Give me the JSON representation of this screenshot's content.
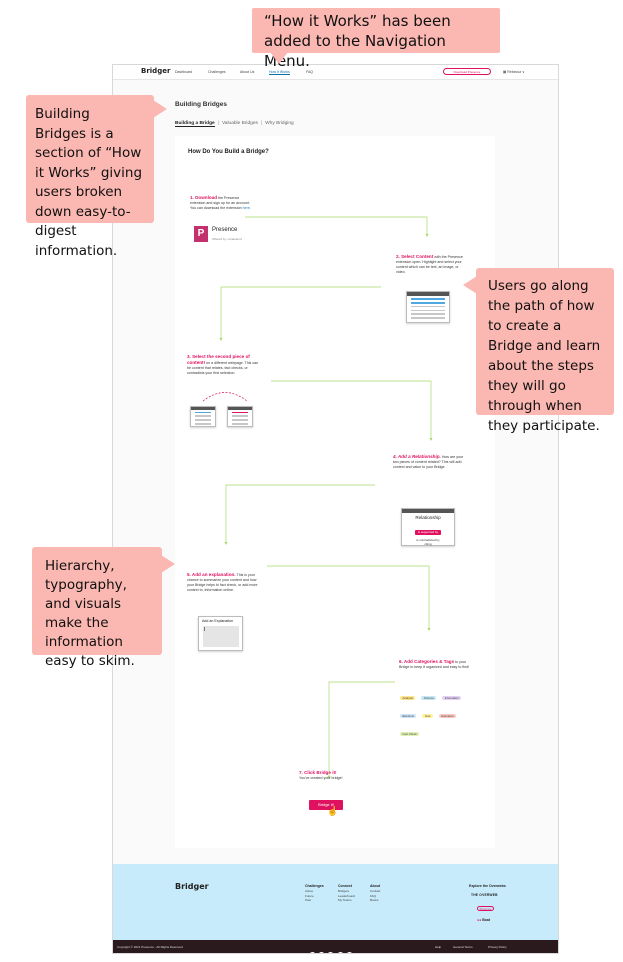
{
  "nav": {
    "logo": "Bridger",
    "items": [
      "Dashboard",
      "Challenges",
      "About Us",
      "How It Works",
      "FAQ"
    ],
    "download_label": "Download Presence",
    "user_label": "Rebecca"
  },
  "page": {
    "title": "Building Bridges",
    "subnav": [
      "Building a Bridge",
      "Valuable Bridges",
      "Why Bridging"
    ],
    "card_title": "How Do You Build a Bridge?"
  },
  "steps": {
    "s1": {
      "head": "1. Download",
      "body": " the Presence extension and sign up for an account. You can download the extension ",
      "link": "here",
      "end": "."
    },
    "presence": {
      "name": "Presence",
      "by": "Offered by: curalearnd"
    },
    "s2": {
      "head": "2. Select Content",
      "body": " with the Presence extension open. Highlight and select your content which can be text, an image, or video."
    },
    "s3": {
      "head": "3. Select the second piece of content!",
      "body": " on a different webpage. This can be content that relates, fact checks, or contradicts your first selection."
    },
    "s4": {
      "head": "4. Add a Relationship.",
      "body": " How are your two pieces of content related? This will add context and value to your Bridge."
    },
    "relationship": {
      "title": "Relationship",
      "pill": "is supported by",
      "line1": "is contradicted by",
      "line2": "citing"
    },
    "s5": {
      "head": "5. Add an explanation.",
      "body": " This is your chance to summarize your content and how your Bridge helps to fact check, or add more context to, information online."
    },
    "explanation": {
      "title": "Add an Explanation"
    },
    "s6": {
      "head": "6. Add Categories & Tags",
      "body": " to your Bridge to keep it organized and easy to find!"
    },
    "tags": [
      {
        "label": "Analysis",
        "color": "#fde58a"
      },
      {
        "label": "Science",
        "color": "#c4e7f6"
      },
      {
        "label": "Information",
        "color": "#e3d0f3"
      },
      {
        "label": "Elections",
        "color": "#cde3f7"
      },
      {
        "label": "Vote",
        "color": "#fef29f"
      },
      {
        "label": "Education",
        "color": "#fbc9c1"
      },
      {
        "label": "Fact Check",
        "color": "#dff0b3"
      }
    ],
    "s7": {
      "head": "7. Click Bridge it!",
      "body": "You've created your bridge!",
      "button": "Bridge it!"
    }
  },
  "footer": {
    "logo": "Bridger",
    "columns": [
      {
        "head": "Challenges",
        "items": [
          "Active",
          "Future",
          "Past"
        ]
      },
      {
        "head": "Connect",
        "items": [
          "Bridgers",
          "Leaderboard",
          "My Teams"
        ]
      },
      {
        "head": "About",
        "items": [
          "Contact",
          "FAQ",
          "Books"
        ]
      }
    ],
    "explore_head": "Explore the Overwebs",
    "overweb": "THE OVERWEB",
    "presence": "Presence",
    "boat": "Boat",
    "copyright": "Copyright © 2021 Presence - All Rights Reserved",
    "socials": [
      "in",
      "ig",
      "f",
      "t",
      "yt"
    ],
    "links": [
      "Help",
      "General Terms",
      "Privacy Policy"
    ]
  },
  "callouts": {
    "top": "“How it Works” has been added to the Navigation Menu.",
    "left1": "Building Bridges is a section of “How it Works” giving users broken down easy-to-digest information.",
    "right": "Users go along the path of how to create a Bridge and learn about the steps they will go through when they participate.",
    "left2": "Hierarchy, typography, and visuals make the information easy to skim."
  },
  "colors": {
    "accent": "#e0115f",
    "callout": "#fbb7b1",
    "footer": "#c7ebfa",
    "path": "#a6d96a"
  }
}
